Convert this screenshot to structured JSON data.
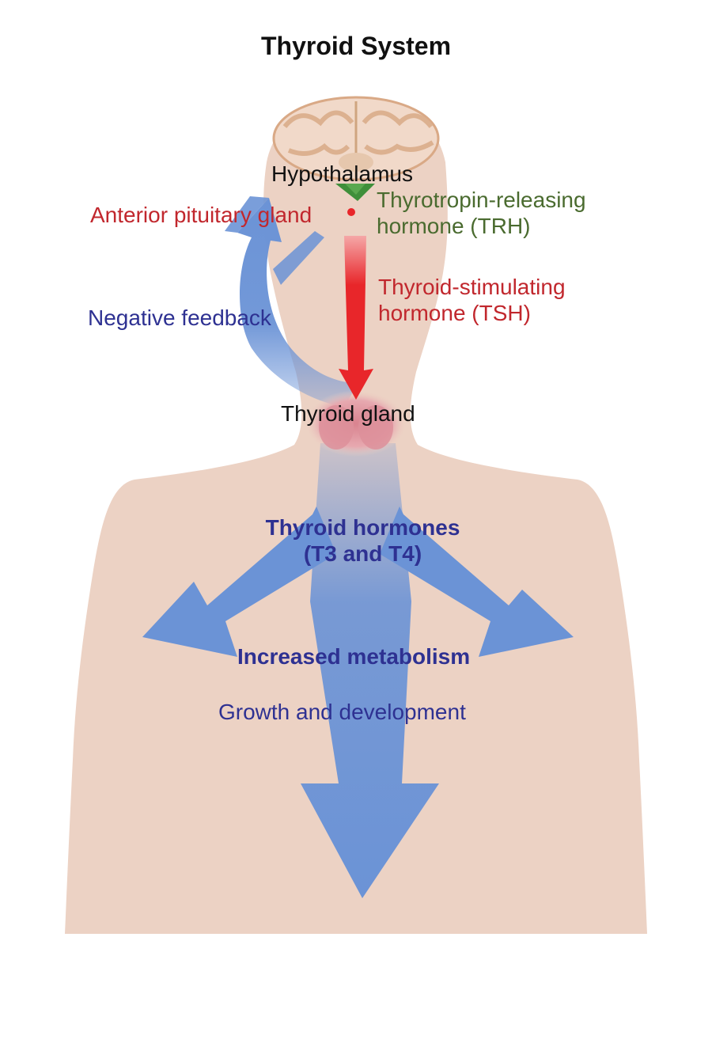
{
  "title": "Thyroid System",
  "labels": {
    "hypothalamus": "Hypothalamus",
    "anterior_pituitary": "Anterior pituitary gland",
    "trh_line1": "Thyrotropin-releasing",
    "trh_line2": "hormone (TRH)",
    "tsh_line1": "Thyroid-stimulating",
    "tsh_line2": "hormone (TSH)",
    "negative_feedback": "Negative feedback",
    "thyroid_gland": "Thyroid gland",
    "hormones_line1": "Thyroid hormones",
    "hormones_line2": "(T3 and T4)",
    "metabolism": "Increased metabolism",
    "growth": "Growth and development"
  },
  "colors": {
    "skin": "#ecd2c4",
    "blue_arrow": "#6b93d6",
    "red_arrow": "#e8262a",
    "green_arrow": "#3f8f3a",
    "red_text": "#c1272d",
    "green_text": "#4a6b2f",
    "navy_text": "#2e3192",
    "black_text": "#111111"
  }
}
